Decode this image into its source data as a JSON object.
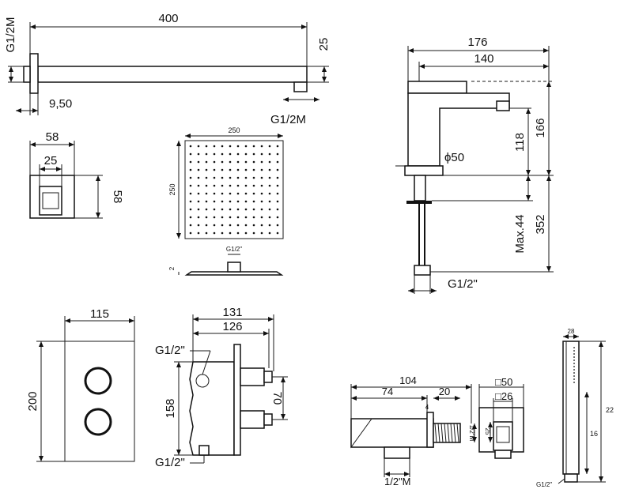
{
  "arm": {
    "length": "400",
    "height": "25",
    "thread_left": "G1/2M",
    "offset": "9,50",
    "thread_right": "G1/2M"
  },
  "flange": {
    "outer": "58",
    "inner": "25",
    "height": "58"
  },
  "head": {
    "width": "250",
    "height": "250",
    "thickness": "2",
    "thread": "G1/2\""
  },
  "faucet": {
    "total_reach": "176",
    "spout_reach": "140",
    "body_height": "166",
    "spout_height": "118",
    "base_dia": "ϕ50",
    "under_length": "352",
    "max_deck": "Max.44",
    "thread": "G1/2\""
  },
  "plate": {
    "width": "115",
    "height": "200"
  },
  "valve": {
    "depth_total": "131",
    "depth_body": "126",
    "height": "158",
    "outlet_spacing": "70",
    "thread_top": "G1/2\"",
    "thread_bottom": "G1/2\""
  },
  "elbow": {
    "total": "104",
    "body": "74",
    "projection": "20",
    "thread_gap": "4",
    "thread_label": "1/2\"M",
    "height": "25",
    "thread_side": "1/2\"M",
    "square_outer": "□50",
    "square_inner": "□26"
  },
  "handset": {
    "width": "28",
    "length": "22",
    "grip": "16",
    "thread": "G1/2\""
  }
}
